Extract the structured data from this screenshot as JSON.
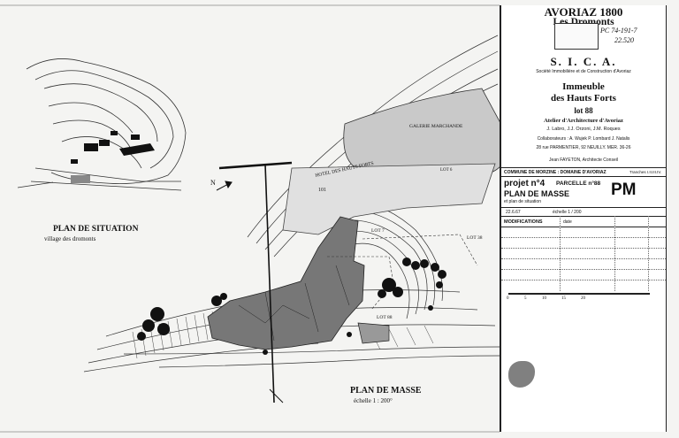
{
  "labels": {
    "plan_situation_title": "PLAN DE SITUATION",
    "plan_situation_sub": "village des dromonts",
    "plan_masse_title": "PLAN DE MASSE",
    "plan_masse_scale": "échelle 1 : 200°",
    "galerie": "GALERIE MARCHANDE",
    "hotel": "HOTEL DES HAUTS FORTS",
    "lot6": "LOT 6",
    "lot7": "LOT 7",
    "lot38": "LOT 38",
    "lot88": "LOT 88",
    "n101": "101",
    "north": "N"
  },
  "cartouche": {
    "title1": "AVORIAZ 1800",
    "title2": "Les Dromonts",
    "handwritten_ref1": "PC 74-191-7",
    "handwritten_ref2": "22.520",
    "sica": "S. I. C. A.",
    "sica_sub": "Société Immobilière et de Construction d'Avoriaz",
    "immeuble": "Immeuble",
    "hauts_forts": "des Hauts Forts",
    "lot": "lot 88",
    "atelier": "Atelier d'Architecture d'Avoriaz",
    "architects": "J. Labro,    J.J. Orzoni,    J.M. Roques",
    "collaborateurs": "Collaborateurs :  A. Wujek   P. Lombard   J. Natalis",
    "address": "28 rue PARMENTIER, 92 NEUILLY.     MER. 36-26",
    "conseil": "Jean FAYETON, Architecte Conseil",
    "commune": "COMMUNE DE MORZINE : DOMAINE D'AVORIAZ",
    "tranches": "Tranches I.II.III.IV.",
    "projet": "projet n°4",
    "parcelle": "PARCELLE n°88",
    "plan_masse": "PLAN DE MASSE",
    "et_plan": "et plan de situation",
    "pm": "PM",
    "date_value": "22.6.67",
    "echelle": "échelle 1 / 200",
    "modifications": "MODIFICATIONS",
    "date_label": "date",
    "scale_ticks": [
      "0",
      "5",
      "10",
      "15",
      "20"
    ]
  }
}
